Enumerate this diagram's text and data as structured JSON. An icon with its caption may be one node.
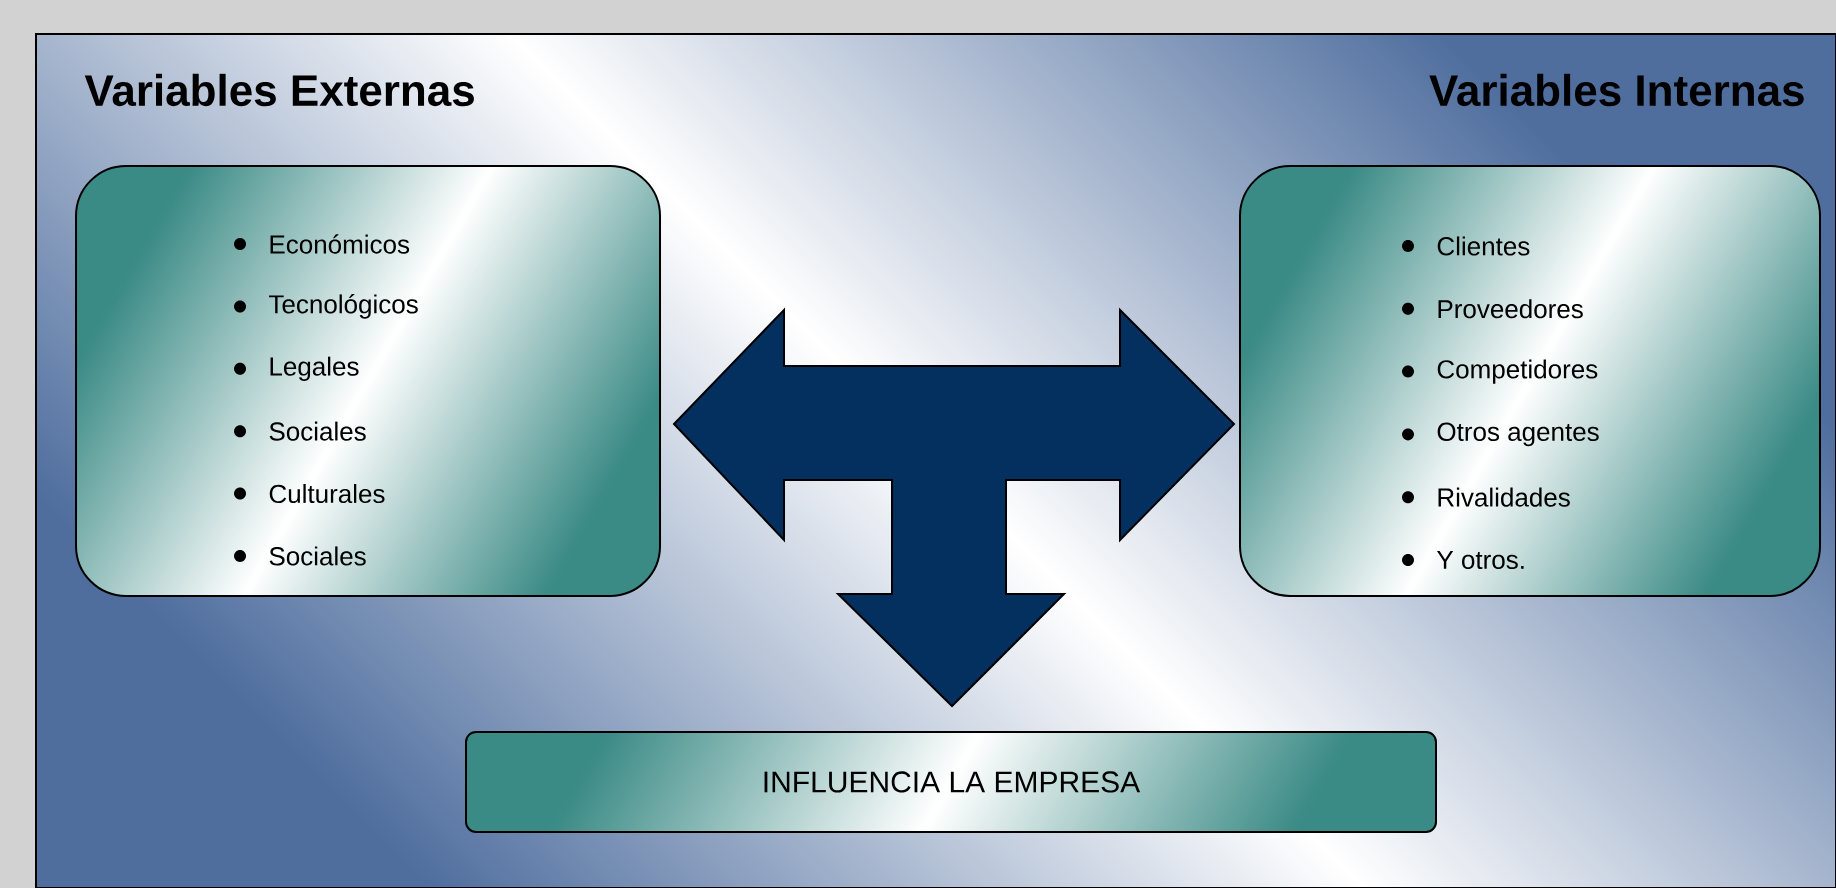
{
  "diagram": {
    "nodes": [
      {
        "text": [
          "Variables Externas",
          "Económicos",
          "Tecnológicos",
          "Legales",
          "Sociales",
          "Culturales",
          "Sociales"
        ]
      },
      {
        "text": [
          "Variables Internas",
          "Clientes",
          "Proveedores",
          "Competidores",
          "Otros agentes",
          "Rivalidades",
          "Y otros."
        ]
      },
      {
        "text": [
          "INFLUENCIA LA EMPRESA"
        ]
      }
    ],
    "edges": [
      {
        "from": 0,
        "to": 1,
        "arrow": "both"
      },
      {
        "from": null,
        "to": 2,
        "arrow": "to"
      }
    ]
  }
}
